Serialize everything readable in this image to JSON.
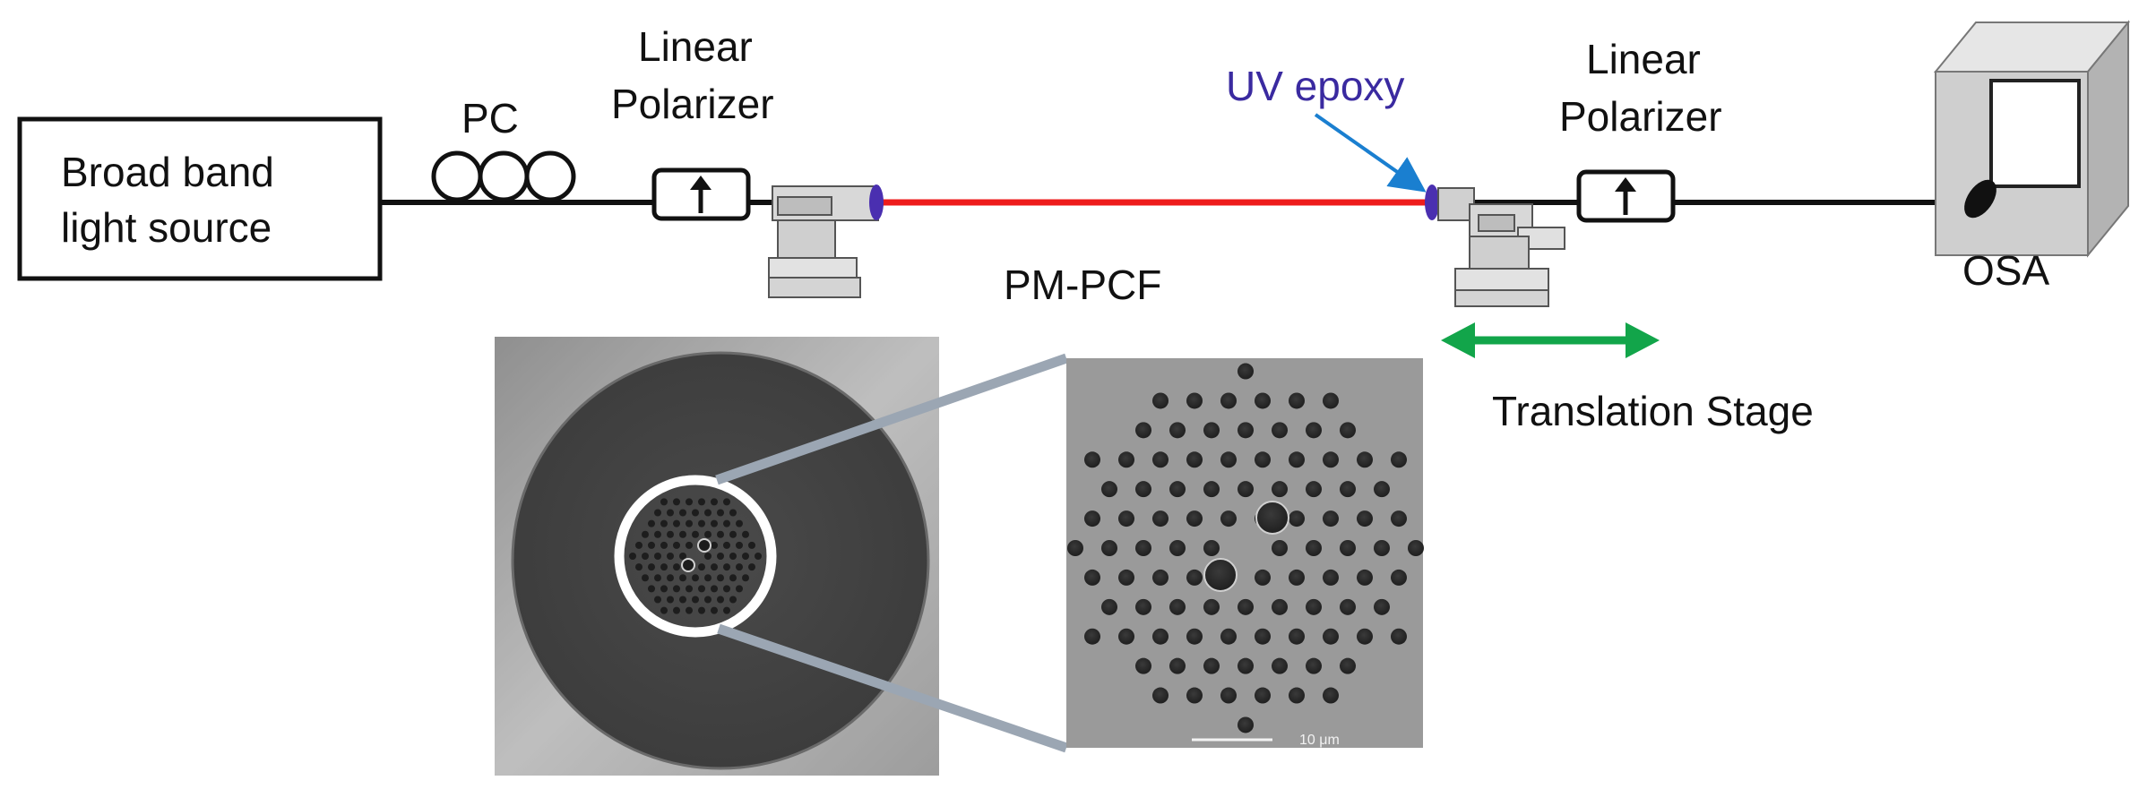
{
  "labels": {
    "source_line1": "Broad band",
    "source_line2": "light source",
    "pc": "PC",
    "polarizer1_line1": "Linear",
    "polarizer1_line2": "Polarizer",
    "uv_epoxy": "UV epoxy",
    "polarizer2_line1": "Linear",
    "polarizer2_line2": "Polarizer",
    "pm_pcf": "PM-PCF",
    "osa": "OSA",
    "translation_stage": "Translation Stage"
  },
  "colors": {
    "fiber": "#111111",
    "pm_pcf_fiber": "#ee1c1c",
    "uv_epoxy_text": "#3a2aa0",
    "uv_epoxy_arrow": "#1a7fd0",
    "epoxy_blob": "#4a2fb0",
    "translation_arrow": "#12a54a",
    "zoom_ring": "#ffffff",
    "zoom_lines": "#9ba6b3"
  },
  "icons": {
    "polarizer": "up-arrow-in-box-icon",
    "pc": "triple-loop-coil-icon",
    "osa": "box-monitor-icon",
    "translation_arrow": "double-headed-arrow-icon",
    "stage": "translation-stage-icon"
  },
  "micrograph": {
    "scale_bar_label": "10 μm"
  }
}
